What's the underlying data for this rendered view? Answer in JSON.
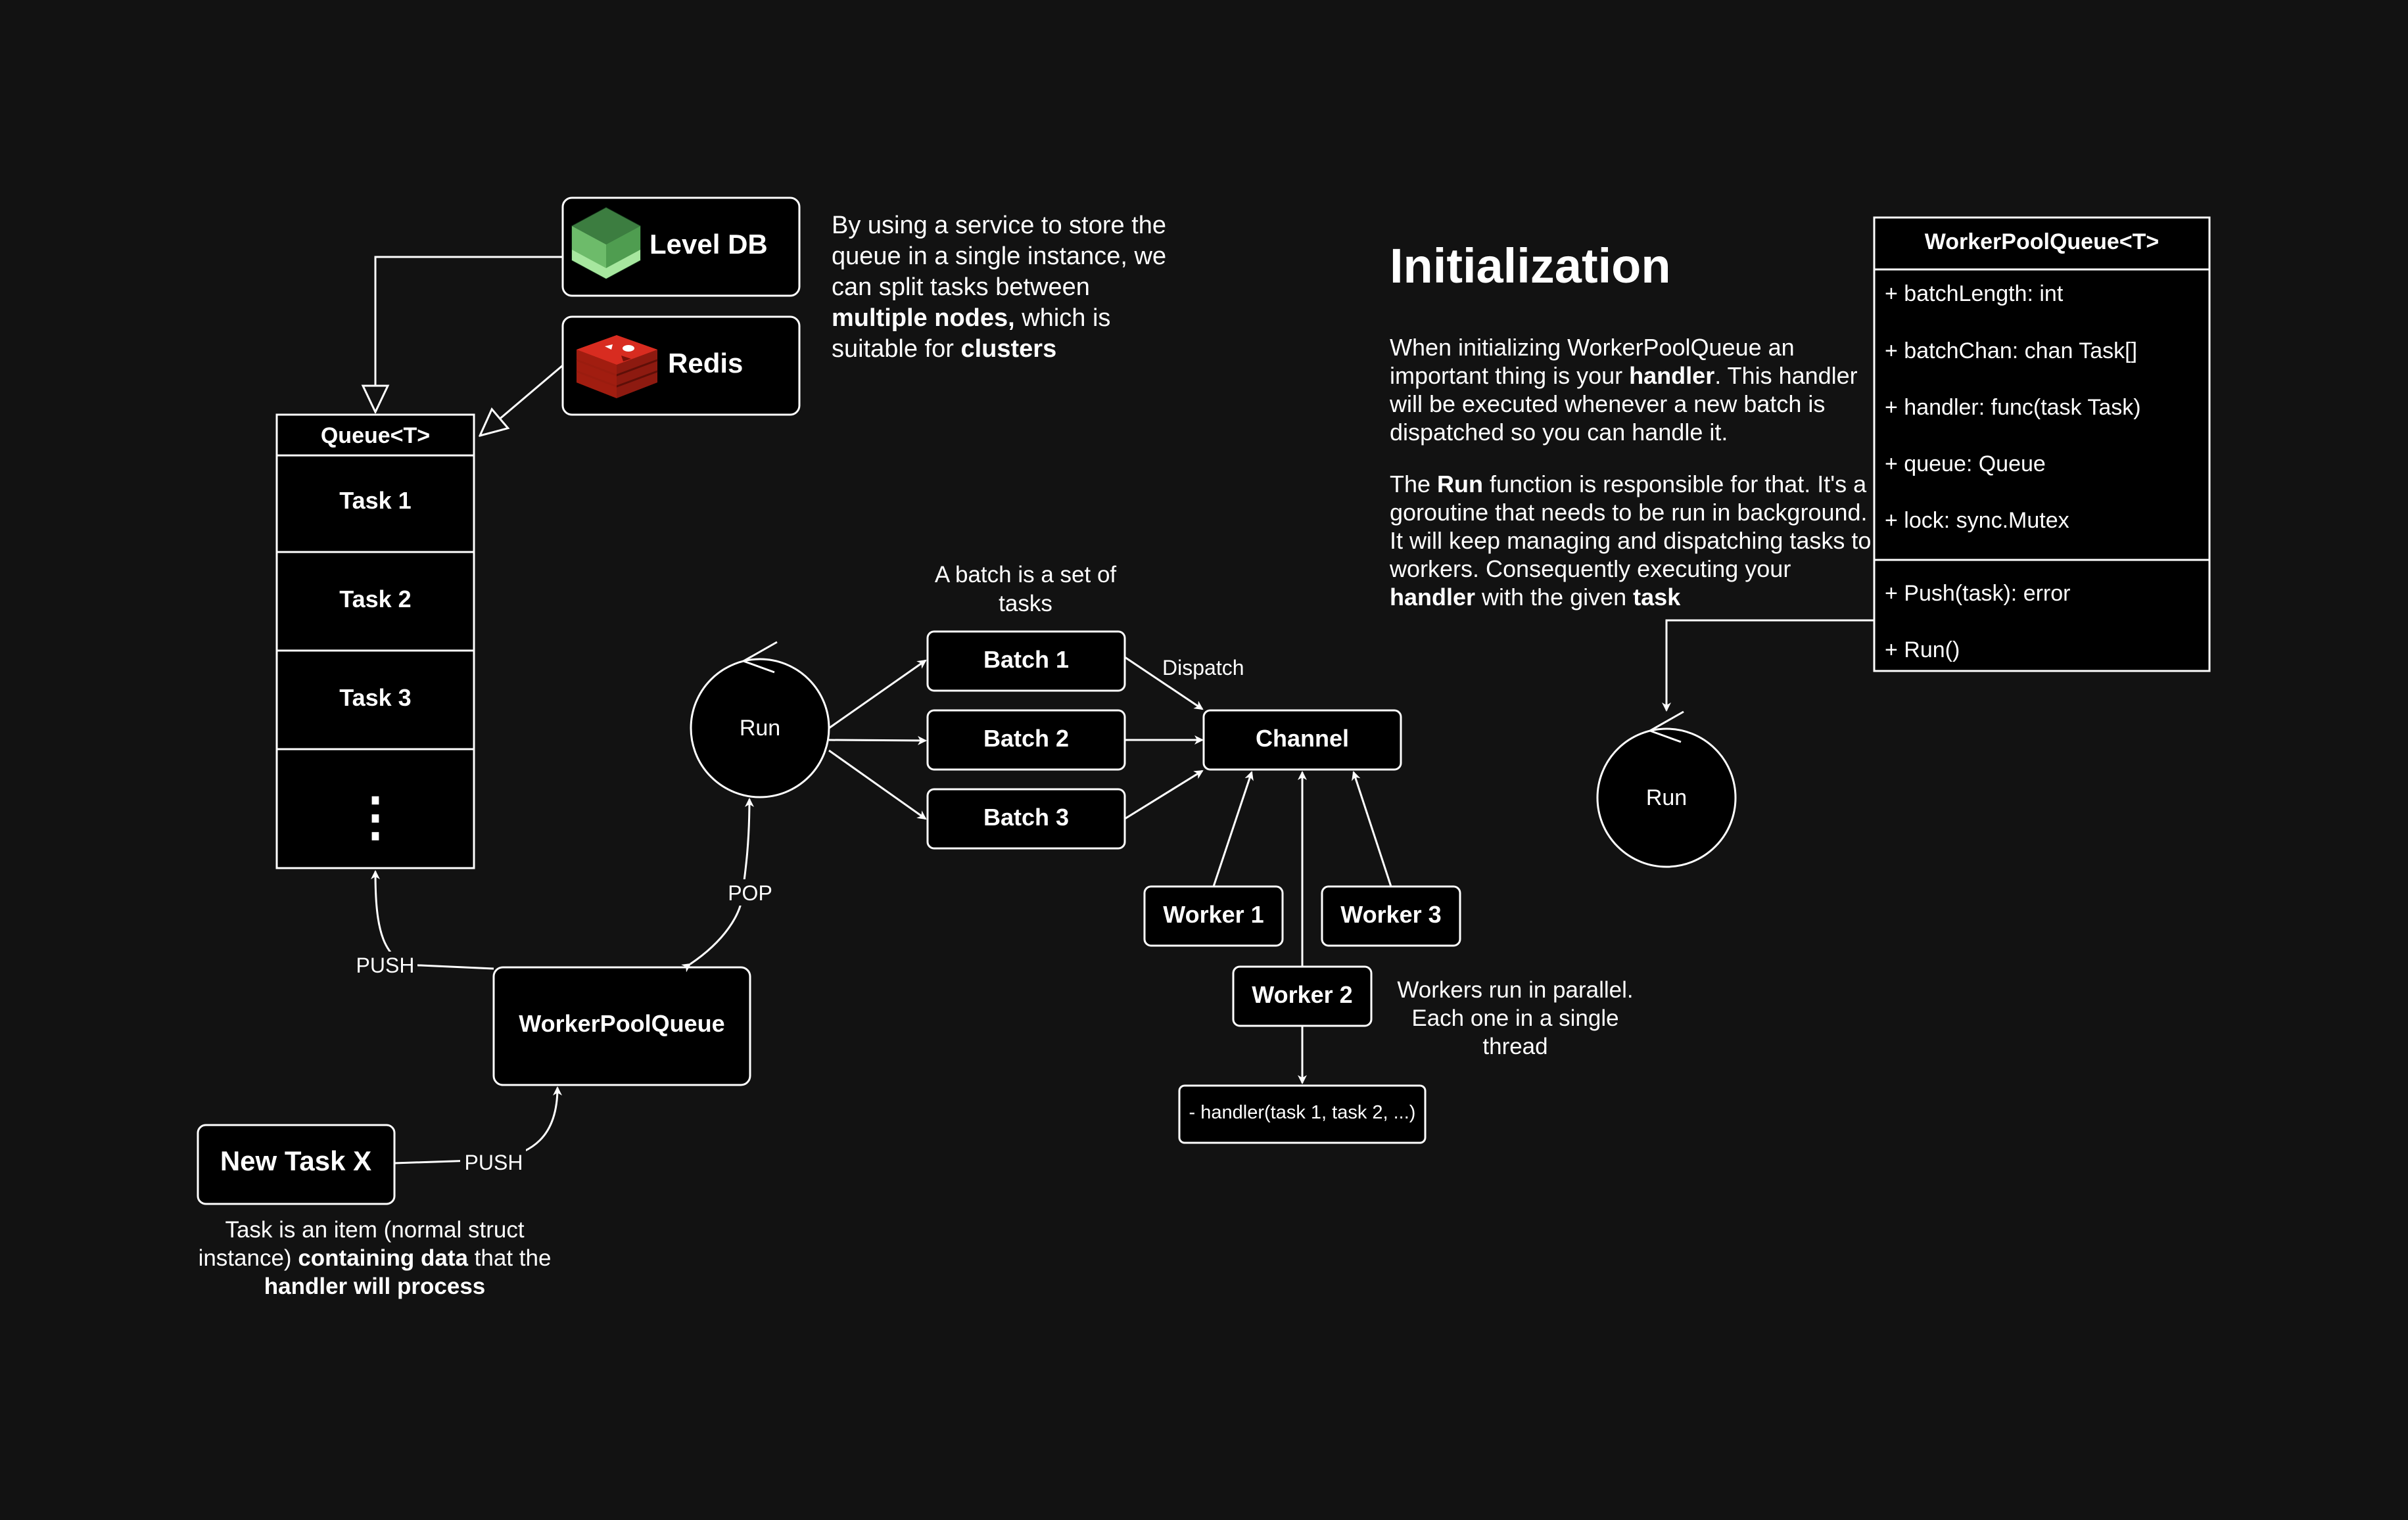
{
  "queue": {
    "title": "Queue<T>",
    "tasks": [
      "Task 1",
      "Task 2",
      "Task 3"
    ],
    "ellipsis": "⋮"
  },
  "storage": {
    "leveldb_label": "Level DB",
    "redis_label": "Redis",
    "note_parts": {
      "p1": "By using a service to store the queue in a single instance, we can split tasks between ",
      "b1": "multiple nodes,",
      "p2": " which is suitable for ",
      "b2": "clusters"
    }
  },
  "workerpool": {
    "label": "WorkerPoolQueue",
    "push_label_top": "PUSH",
    "push_label_bottom": "PUSH",
    "pop_label": "POP"
  },
  "new_task": {
    "label": "New Task X",
    "note_parts": {
      "p1": "Task is an item (normal struct instance) ",
      "b1": "containing data",
      "p2": " that the ",
      "b2": "handler will process"
    }
  },
  "run": {
    "label": "Run",
    "label2": "Run"
  },
  "batches": {
    "note": "A batch is a set of tasks",
    "items": [
      "Batch 1",
      "Batch 2",
      "Batch 3"
    ],
    "dispatch_label": "Dispatch"
  },
  "channel": {
    "label": "Channel"
  },
  "workers": {
    "items": [
      "Worker 1",
      "Worker 2",
      "Worker 3"
    ],
    "handler": "- handler(task 1, task 2, ...)",
    "note": "Workers run in parallel. Each one in a single thread"
  },
  "initialization": {
    "title": "Initialization",
    "p1_parts": {
      "a": "When initializing WorkerPoolQueue an important thing is your ",
      "b": "handler",
      "c": ". This handler will be executed whenever a new batch is dispatched so you can handle it."
    },
    "p2_parts": {
      "a": "The ",
      "b": "Run",
      "c": " function is responsible for that. It's a goroutine that needs to be run in background. It will keep managing and dispatching tasks to workers. Consequently executing your ",
      "d": "handler",
      "e": " with the given ",
      "f": "task"
    }
  },
  "class_box": {
    "title": "WorkerPoolQueue<T>",
    "fields": [
      "+ batchLength: int",
      "+ batchChan: chan Task[]",
      "+ handler: func(task Task)",
      "+ queue: Queue",
      "+ lock: sync.Mutex"
    ],
    "methods": [
      "+ Push(task): error",
      "+ Run()"
    ]
  },
  "colors": {
    "background": "#121212",
    "box_fill": "#000000",
    "stroke": "#ffffff",
    "leveldb_dark": "#2e6b34",
    "leveldb_light": "#8fd98b",
    "redis_red": "#a41e11",
    "redis_light": "#d82c20"
  },
  "icons": {
    "leveldb": "leveldb-icon",
    "redis": "redis-icon"
  }
}
